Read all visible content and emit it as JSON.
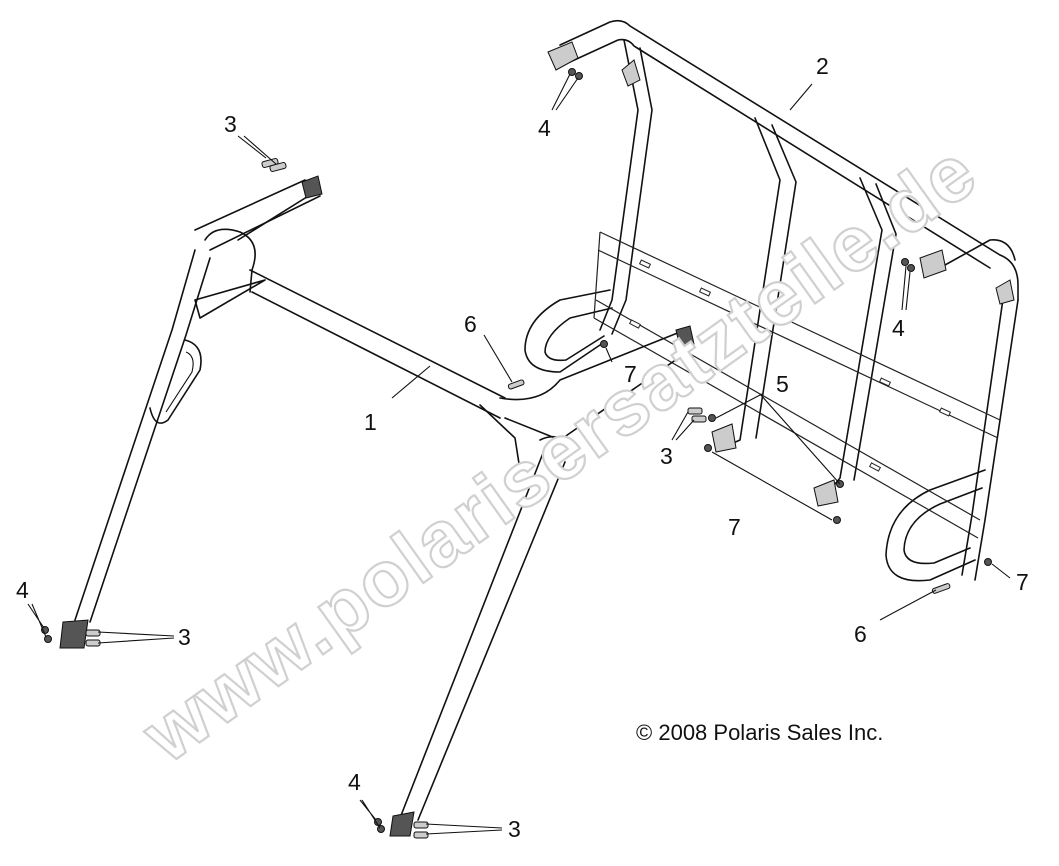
{
  "watermark": "www.polarisersatzteile.de",
  "copyright": {
    "symbol": "©",
    "text": "2008 Polaris Sales Inc."
  },
  "callouts": {
    "c1": "1",
    "c2": "2",
    "c3a": "3",
    "c3b": "3",
    "c3c": "3",
    "c3d": "3",
    "c4a": "4",
    "c4b": "4",
    "c4c": "4",
    "c4d": "4",
    "c5": "5",
    "c6a": "6",
    "c6b": "6",
    "c7a": "7",
    "c7b": "7",
    "c7c": "7"
  }
}
